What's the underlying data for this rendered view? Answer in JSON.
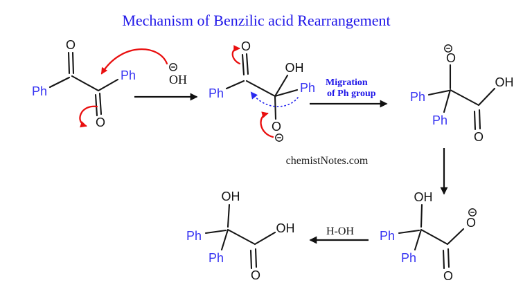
{
  "title": "Mechanism of Benzilic acid Rearrangement",
  "watermark": "chemistNotes.com",
  "colors": {
    "title_blue": "#1f16e8",
    "ph_blue": "#3734f2",
    "arrow_red": "#e90f0f",
    "bond_black": "#161616"
  },
  "reagent": {
    "hydroxide_label": "OH",
    "hydroxide_charge": "⊖"
  },
  "labels": {
    "migration_line1": "Migration",
    "migration_line2": "of Ph group",
    "hydrolysis": "H-OH"
  },
  "structures": {
    "benzil": {
      "ph_left": "Ph",
      "ph_right": "Ph",
      "o_top": "O",
      "o_bottom": "O"
    },
    "tetrahedral_intermediate": {
      "ph_left": "Ph",
      "ph_right": "Ph",
      "o_top": "O",
      "oh": "OH",
      "o_alkoxide": "O",
      "charge_symbol": "⊖"
    },
    "alkoxide_acid": {
      "charge_symbol": "⊖",
      "o_alkoxide": "O",
      "ph_left": "Ph",
      "ph_bottom": "Ph",
      "oh": "OH",
      "o_carbonyl": "O"
    },
    "hydroxy_carboxylate": {
      "oh_top": "OH",
      "ph_left": "Ph",
      "ph_bottom": "Ph",
      "charge_symbol": "⊖",
      "o_carboxylate": "O",
      "o_carbonyl": "O"
    },
    "benzilic_acid": {
      "oh_top": "OH",
      "ph_left": "Ph",
      "ph_bottom": "Ph",
      "oh_acid": "OH",
      "o_carbonyl": "O"
    }
  }
}
